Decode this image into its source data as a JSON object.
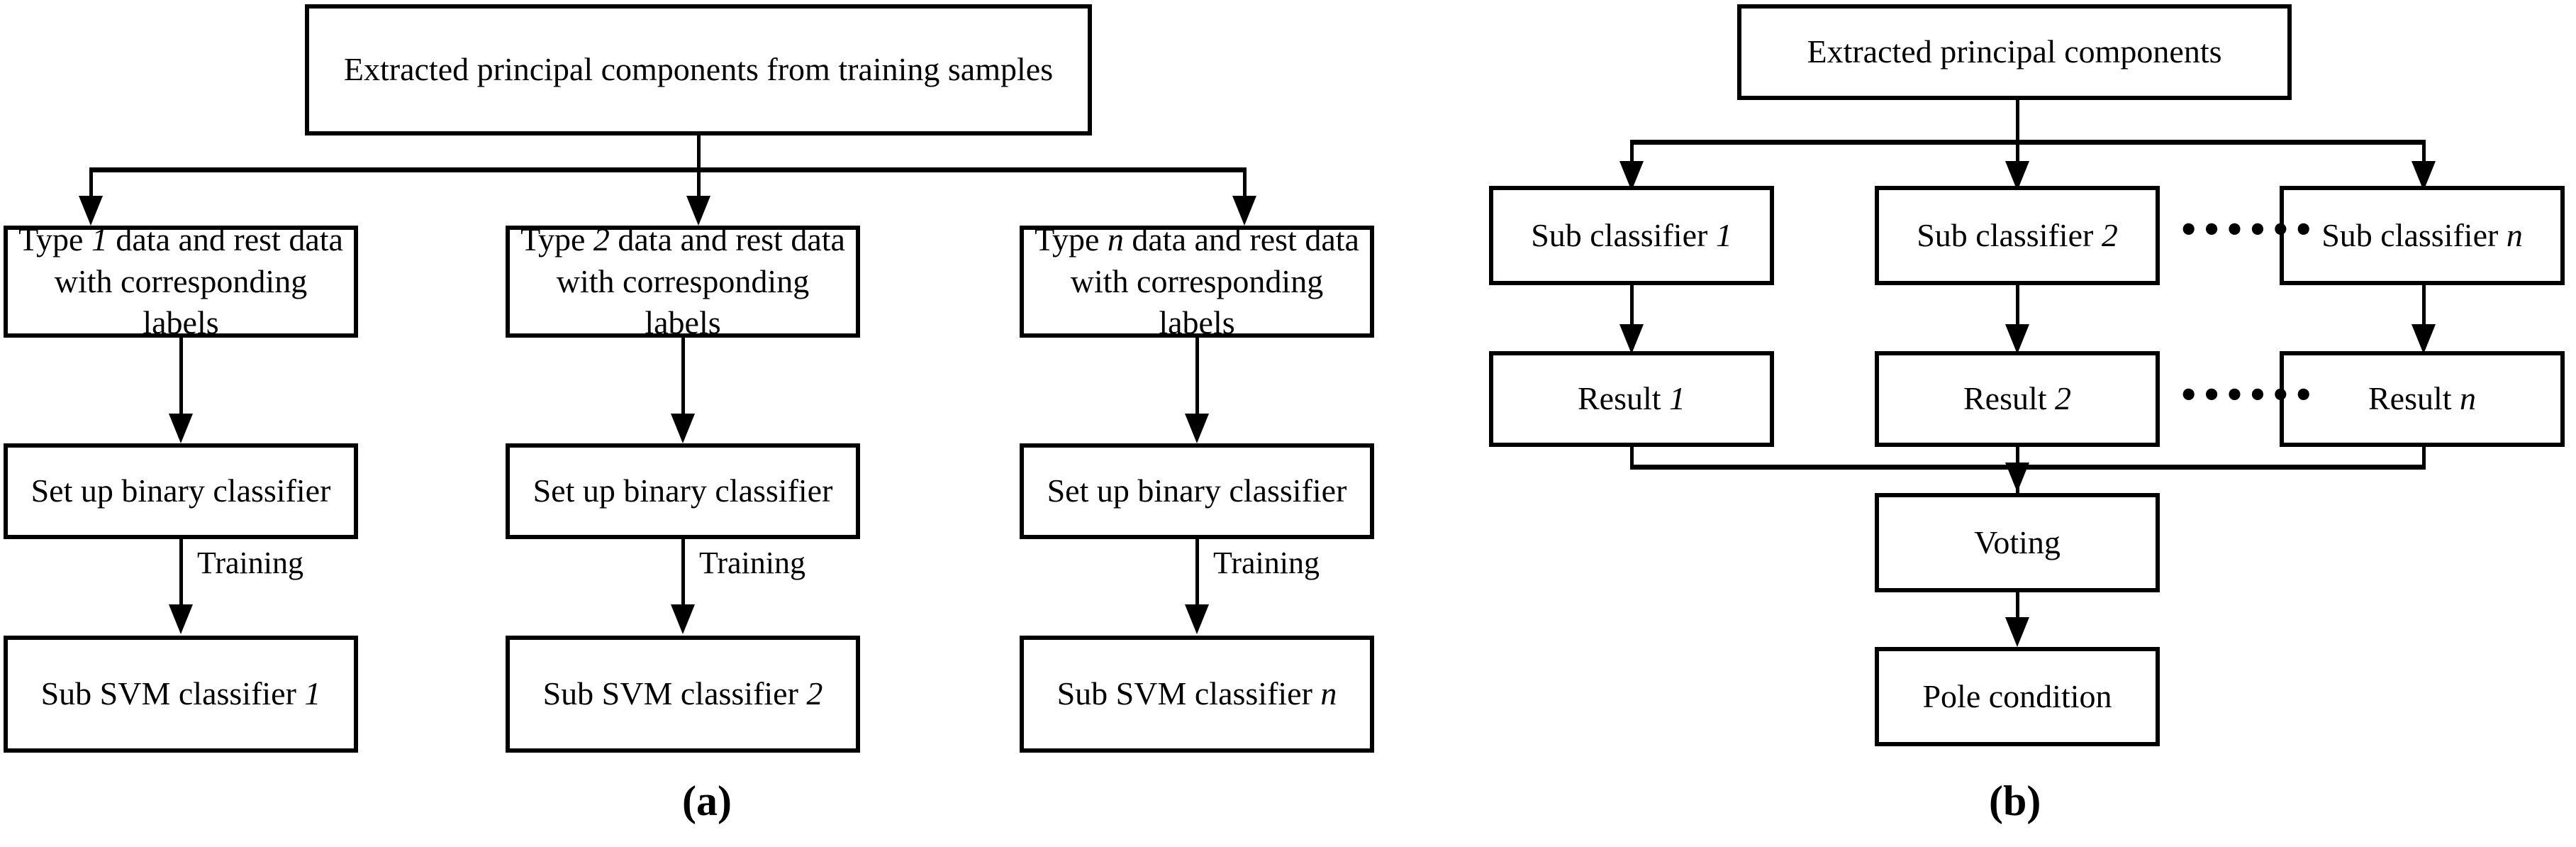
{
  "figure": {
    "panels": [
      {
        "id": "a",
        "caption": "(a)",
        "root": {
          "label": "Extracted principal components from training samples"
        },
        "columns": [
          {
            "data_box": {
              "label_prefix": "Type ",
              "label_symbol": "1",
              "label_suffix": " data and rest data with corresponding labels"
            },
            "setup_box": {
              "label": "Set up binary classifier"
            },
            "edge_label": "Training",
            "result_box": {
              "label_prefix": "Sub SVM classifier ",
              "label_symbol": "1",
              "label_suffix": ""
            }
          },
          {
            "data_box": {
              "label_prefix": "Type ",
              "label_symbol": "2",
              "label_suffix": " data and rest data with corresponding labels"
            },
            "setup_box": {
              "label": "Set up binary classifier"
            },
            "edge_label": "Training",
            "result_box": {
              "label_prefix": "Sub SVM classifier ",
              "label_symbol": "2",
              "label_suffix": ""
            }
          },
          {
            "data_box": {
              "label_prefix": "Type ",
              "label_symbol": "n",
              "label_suffix": " data and rest data with corresponding labels"
            },
            "setup_box": {
              "label": "Set up binary classifier"
            },
            "edge_label": "Training",
            "result_box": {
              "label_prefix": "Sub SVM classifier ",
              "label_symbol": "n",
              "label_suffix": ""
            }
          }
        ]
      },
      {
        "id": "b",
        "caption": "(b)",
        "root": {
          "label": "Extracted principal components"
        },
        "columns": [
          {
            "classifier_box": {
              "label_prefix": "Sub classifier ",
              "label_symbol": "1"
            },
            "result_box": {
              "label_prefix": "Result ",
              "label_symbol": "1"
            }
          },
          {
            "classifier_box": {
              "label_prefix": "Sub classifier ",
              "label_symbol": "2"
            },
            "result_box": {
              "label_prefix": "Result ",
              "label_symbol": "2"
            }
          },
          {
            "classifier_box": {
              "label_prefix": "Sub classifier ",
              "label_symbol": "n"
            },
            "result_box": {
              "label_prefix": "Result ",
              "label_symbol": "n"
            }
          }
        ],
        "ellipsis": "••••••",
        "voting_box": {
          "label": "Voting"
        },
        "output_box": {
          "label": "Pole condition"
        }
      }
    ],
    "colors": {
      "line": "#000000",
      "box_fill": "#ffffff",
      "box_border": "#000000",
      "background": "#ffffff",
      "shadow": "#e8e8e8"
    }
  }
}
